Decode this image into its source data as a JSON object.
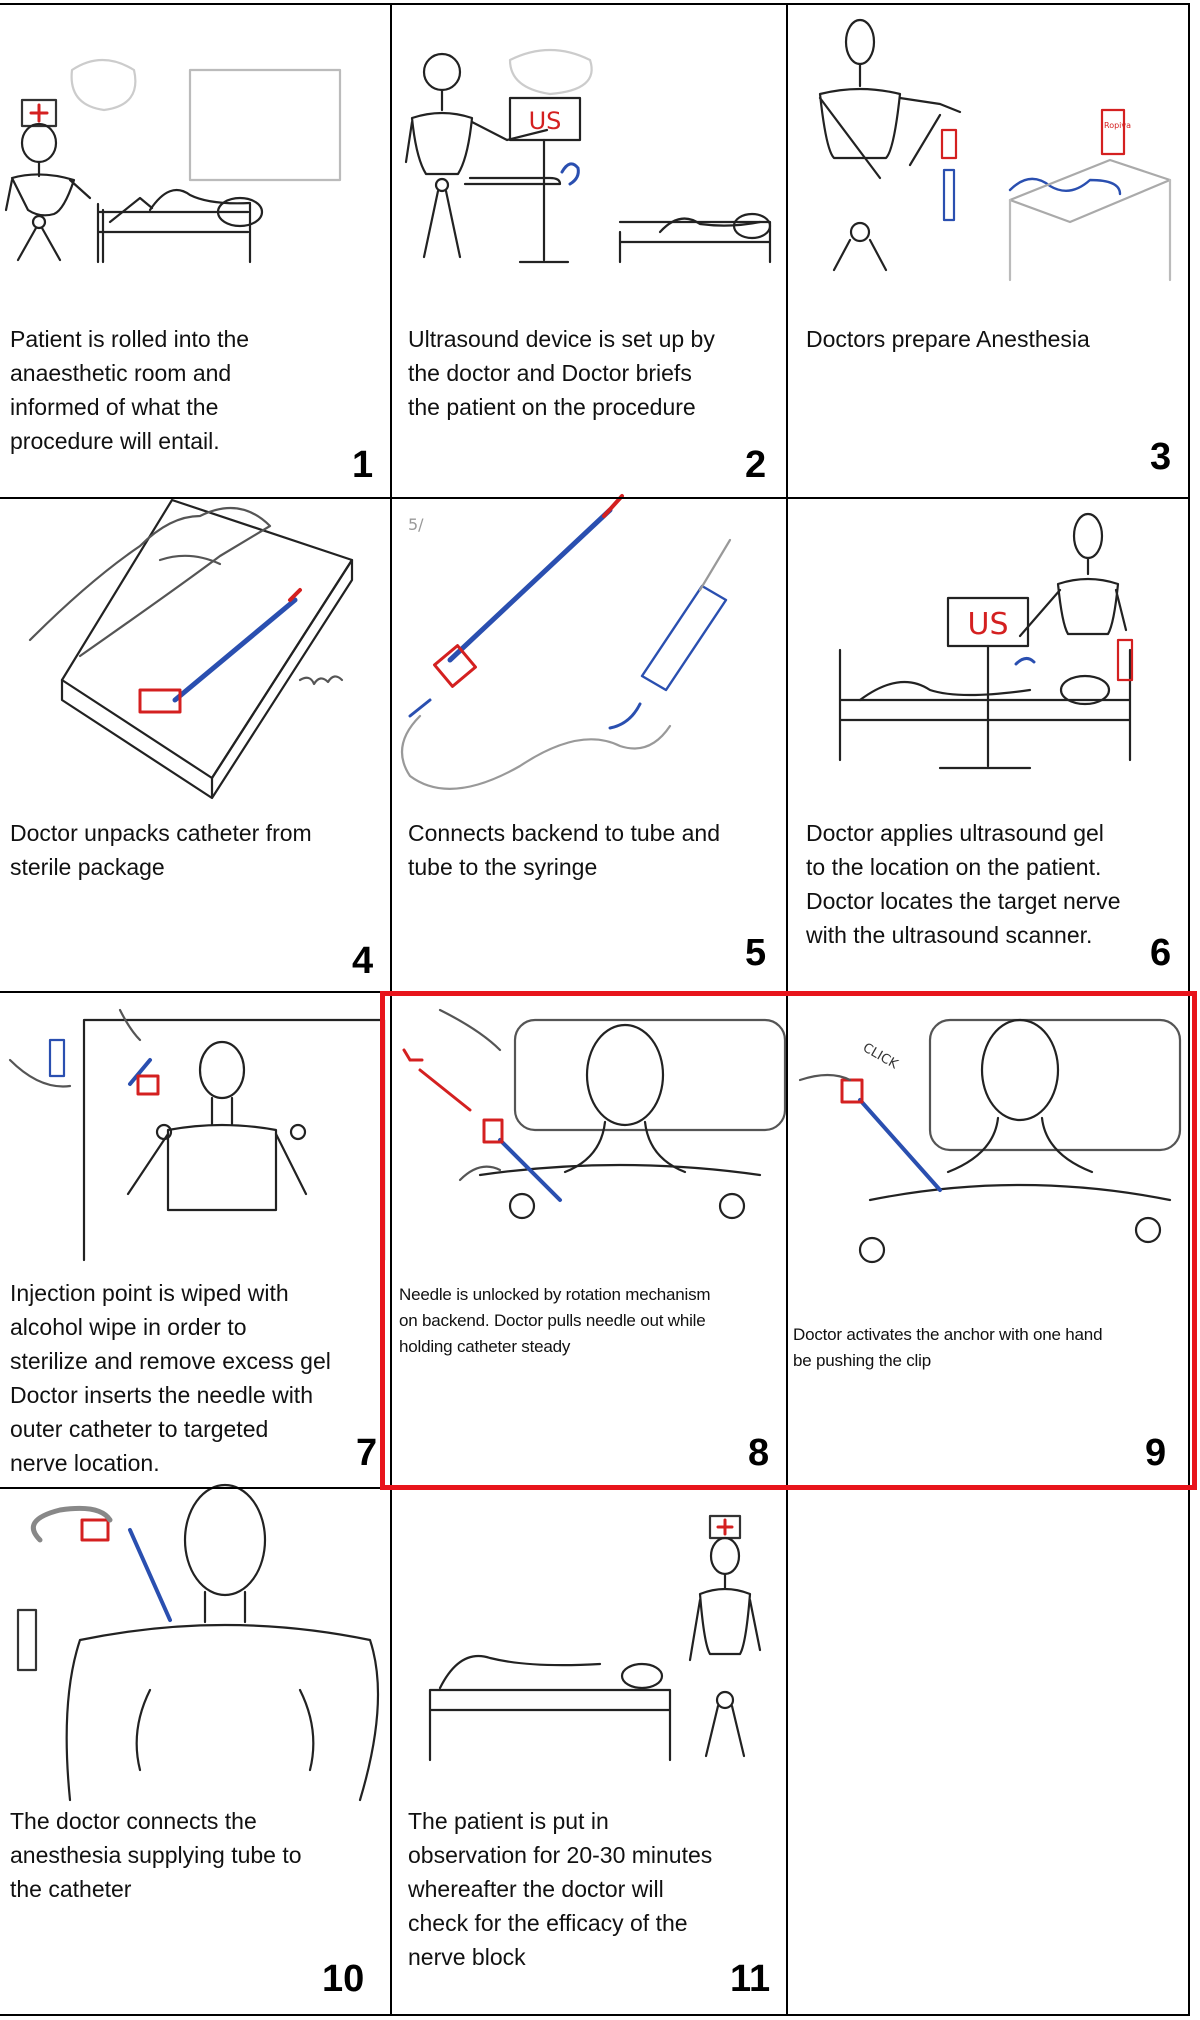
{
  "panels": [
    {
      "number": "1",
      "caption": "Patient is rolled into the\nanaesthetic room and\ninformed of what the\nprocedure will entail."
    },
    {
      "number": "2",
      "caption": "Ultrasound device is set up by\nthe doctor and Doctor briefs\nthe patient on the procedure"
    },
    {
      "number": "3",
      "caption": "Doctors prepare Anesthesia"
    },
    {
      "number": "4",
      "caption": "Doctor unpacks catheter from\nsterile package"
    },
    {
      "number": "5",
      "caption": "Connects backend to tube and\ntube to the syringe"
    },
    {
      "number": "6",
      "caption": "Doctor applies ultrasound gel\nto the location on the patient.\nDoctor locates the target nerve\nwith the ultrasound scanner."
    },
    {
      "number": "7",
      "caption": "Injection point is wiped with\nalcohol wipe in order to\nsterilize and remove excess gel\nDoctor inserts the needle with\nouter catheter to targeted\nnerve location."
    },
    {
      "number": "8",
      "caption": "Needle is unlocked by rotation mechanism\non backend. Doctor pulls needle out while\nholding catheter steady"
    },
    {
      "number": "9",
      "caption": "Doctor activates the anchor with one hand\nbe pushing the clip"
    },
    {
      "number": "10",
      "caption": "The doctor connects the\nanesthesia supplying tube to\nthe catheter"
    },
    {
      "number": "11",
      "caption": "The patient is put in\nobservation for 20-30 minutes\nwhereafter the doctor will\ncheck for the efficacy of the\nnerve block"
    }
  ],
  "sketch_labels": {
    "us_sign_panel2": "US",
    "us_sign_panel6": "US",
    "click_label": "CLICK",
    "panel5_mark": "5/",
    "bottle_label": "Ropiva"
  },
  "colors": {
    "line": "#222222",
    "red_accent": "#d42020",
    "blue_accent": "#2a4fb0",
    "highlight": "#e8141b"
  }
}
